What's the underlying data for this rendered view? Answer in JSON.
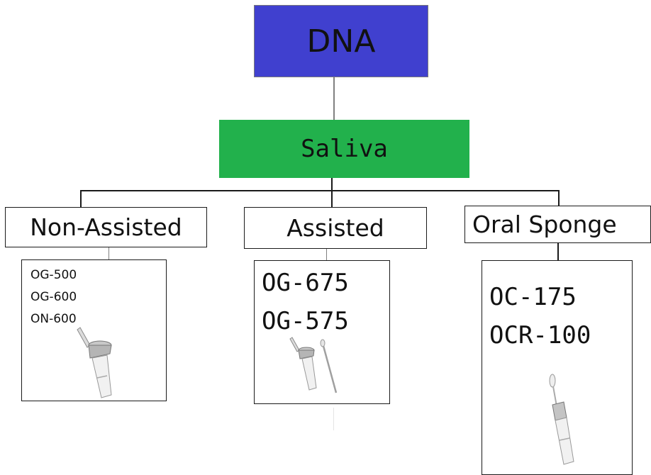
{
  "colors": {
    "dna_fill": "#4040cf",
    "saliva_fill": "#22b14c"
  },
  "root": {
    "label": "DNA"
  },
  "sample": {
    "label": "Saliva"
  },
  "categories": [
    {
      "label": "Non-Assisted",
      "products": [
        "OG-500",
        "OG-600",
        "ON-600"
      ]
    },
    {
      "label": "Assisted",
      "products": [
        "OG-675",
        "OG-575"
      ]
    },
    {
      "label": "Oral Sponge",
      "products": [
        "OC-175",
        "OCR-100"
      ]
    }
  ]
}
